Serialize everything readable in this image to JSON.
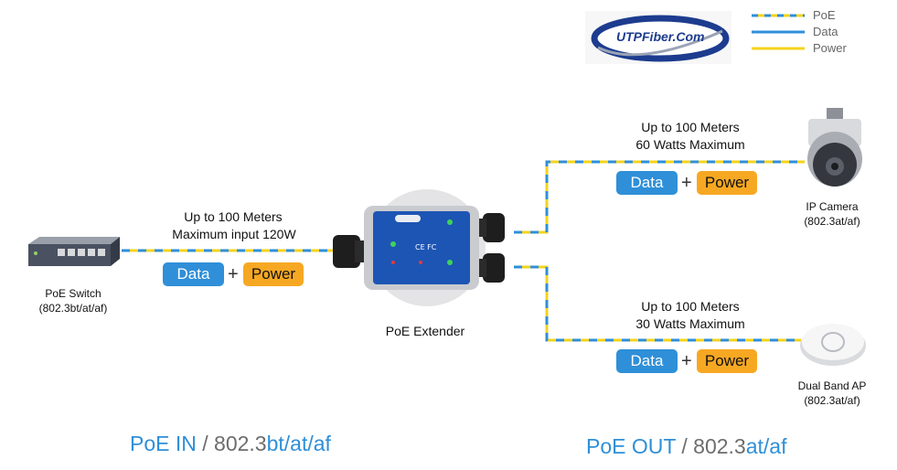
{
  "logo": {
    "text": "UTPFiber.Com"
  },
  "legend": [
    {
      "label": "PoE",
      "kind": "poe"
    },
    {
      "label": "Data",
      "kind": "data"
    },
    {
      "label": "Power",
      "kind": "power"
    }
  ],
  "colors": {
    "data": "#2f8fd8",
    "power": "#f5d31c",
    "pill_power": "#f7a823",
    "bottom_blue": "#2f8fd8",
    "bottom_gray": "#6d6d6d"
  },
  "switch": {
    "label": "PoE Switch",
    "standard": "(802.3bt/at/af)"
  },
  "extender": {
    "label": "PoE Extender"
  },
  "input_link": {
    "line1": "Up to 100 Meters",
    "line2": "Maximum input 120W",
    "data": "Data",
    "plus": "+",
    "power": "Power"
  },
  "camera_link": {
    "line1": "Up to 100 Meters",
    "line2": "60 Watts Maximum",
    "data": "Data",
    "plus": "+",
    "power": "Power"
  },
  "ap_link": {
    "line1": "Up to 100 Meters",
    "line2": "30 Watts Maximum",
    "data": "Data",
    "plus": "+",
    "power": "Power"
  },
  "camera": {
    "label": "IP Camera",
    "standard": "(802.3at/af)"
  },
  "ap": {
    "label": "Dual Band AP",
    "standard": "(802.3at/af)"
  },
  "bottom_in": {
    "blue": "PoE IN",
    "sep": " / ",
    "gray": "802.3",
    "suffix": "bt/at/af"
  },
  "bottom_out": {
    "blue": "PoE OUT",
    "sep": " / ",
    "gray": "802.3",
    "suffix": "at/af"
  }
}
